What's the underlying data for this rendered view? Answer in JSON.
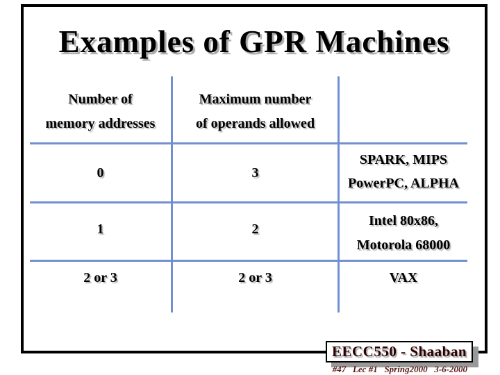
{
  "slide": {
    "title": "Examples of GPR Machines"
  },
  "table": {
    "headers": [
      {
        "line1": "Number of",
        "line2": "memory addresses"
      },
      {
        "line1": "Maximum number",
        "line2": "of operands allowed"
      }
    ],
    "rows": [
      {
        "addresses": "0",
        "operands": "3",
        "machines_line1": "SPARK, MIPS",
        "machines_line2": "PowerPC, ALPHA"
      },
      {
        "addresses": "1",
        "operands": "2",
        "machines_line1": "Intel 80x86,",
        "machines_line2": "Motorola 68000"
      },
      {
        "addresses": "2 or 3",
        "operands": "2 or 3",
        "machines_line1": "VAX",
        "machines_line2": ""
      }
    ]
  },
  "footer": {
    "course_banner": "EECC550 - Shaaban",
    "lecture_info": "#47   Lec #1   Spring2000   3-6-2000"
  },
  "colors": {
    "table_line_blue": "#7290cf",
    "banner_shadow_gray": "#999999",
    "banner_text_maroon": "#2b0000",
    "footer_text_maroon": "#5a1a1a"
  }
}
